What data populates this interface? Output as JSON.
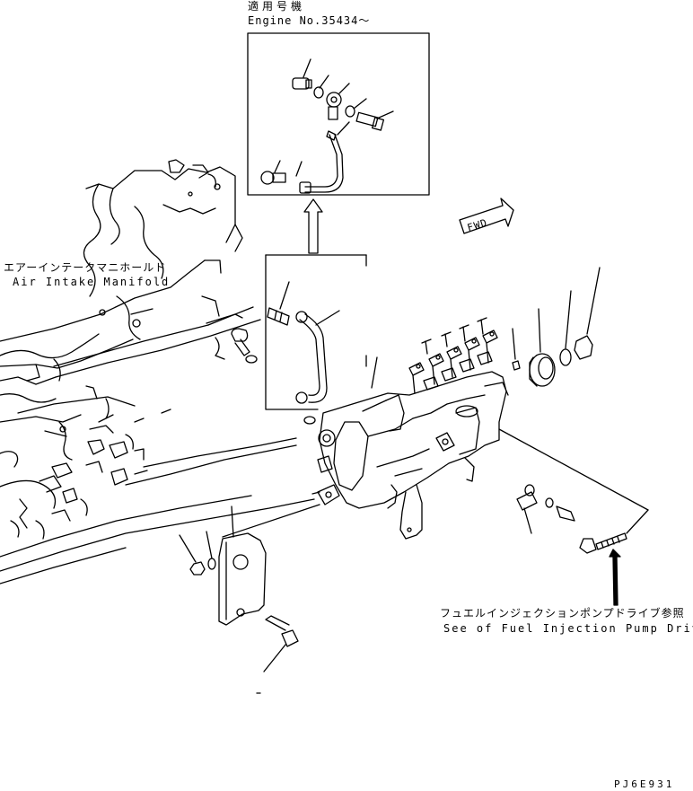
{
  "inset": {
    "applicability_jp": "適用号機",
    "engine_serial": "Engine No.35434～"
  },
  "labels": {
    "air_intake_manifold_jp": "エアーインテークマニホールド",
    "air_intake_manifold_en": "Air Intake Manifold",
    "fuel_pump_drive_ref_jp": "フュエルインジェクションポンプドライブ参照",
    "fuel_pump_drive_ref_en": "See of Fuel Injection Pump Drive",
    "fwd": "FWD"
  },
  "drawing_code": "PJ6E931"
}
